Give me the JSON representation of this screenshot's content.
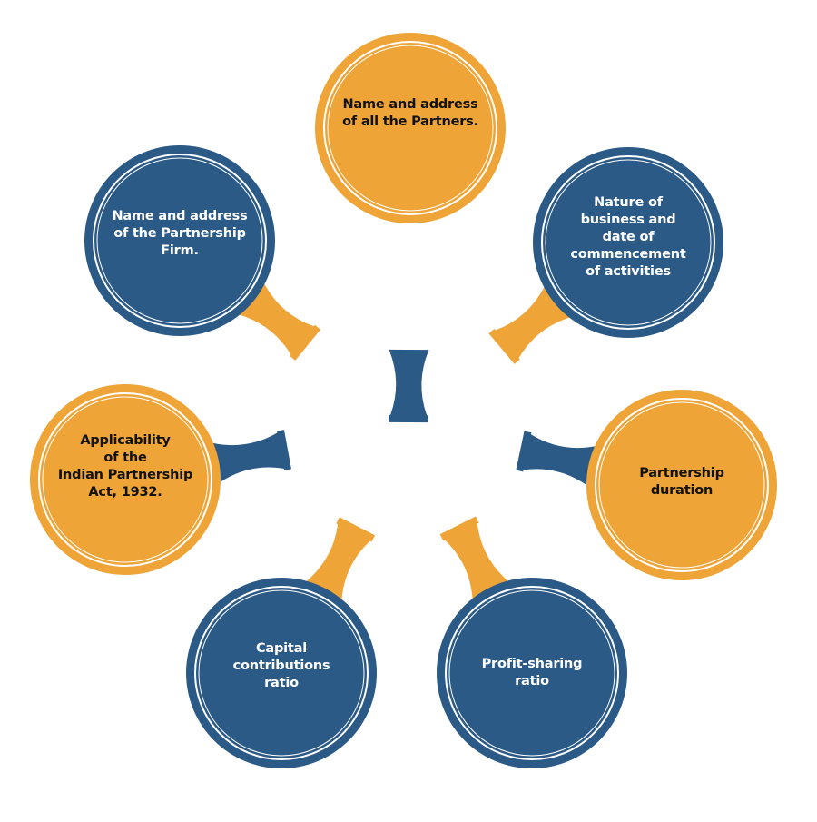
{
  "diagram": {
    "title": "",
    "colors": {
      "orange": "#EEA437",
      "blue": "#2B5A87",
      "ring": "#FFFFFF",
      "text_on_orange": "#111111",
      "text_on_blue": "#FFFFFF"
    },
    "nodes": [
      {
        "id": "partners",
        "label": "Name and address\nof all the Partners.",
        "color": "orange"
      },
      {
        "id": "nature-of-business",
        "label": "Nature of\nbusiness and\ndate of\ncommencement\nof activities",
        "color": "blue"
      },
      {
        "id": "partnership-duration",
        "label": "Partnership\nduration",
        "color": "orange"
      },
      {
        "id": "profit-sharing",
        "label": "Profit-sharing\nratio",
        "color": "blue"
      },
      {
        "id": "capital-contributions",
        "label": "Capital\ncontributions\nratio",
        "color": "blue"
      },
      {
        "id": "applicability",
        "label": "Applicability\nof the\nIndian Partnership\nAct, 1932.",
        "color": "orange"
      },
      {
        "id": "firm-name-address",
        "label": "Name and address\nof the Partnership\nFirm.",
        "color": "blue"
      }
    ]
  }
}
